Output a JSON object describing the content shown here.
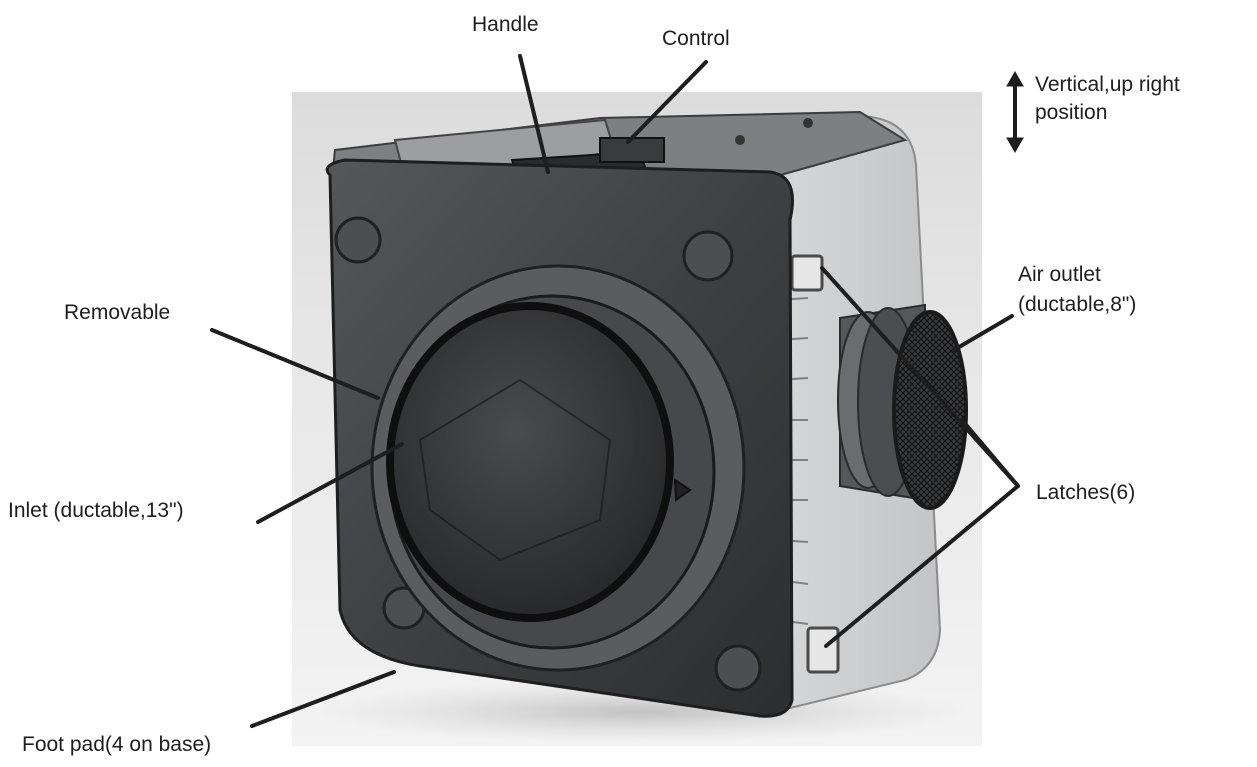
{
  "labels": {
    "handle": "Handle",
    "control": "Control",
    "vertical_line1": "Vertical,up right",
    "vertical_line2": "position",
    "removable": "Removable",
    "air_outlet_line1": "Air outlet",
    "air_outlet_line2": "(ductable,8\")",
    "inlet": "Inlet (ductable,13\")",
    "latches": "Latches(6)",
    "foot_pad": "Foot pad(4 on base)"
  },
  "icons": {
    "orientation": "double-headed-vertical-arrow-icon"
  },
  "colors": {
    "label_text": "#1e1e1e",
    "leader_line": "#1e1e1e",
    "backdrop": "#e4e4e4",
    "front_panel": "#3e3f41",
    "side_panel": "#c8c9ca",
    "inlet_cover": "#2f3032"
  }
}
